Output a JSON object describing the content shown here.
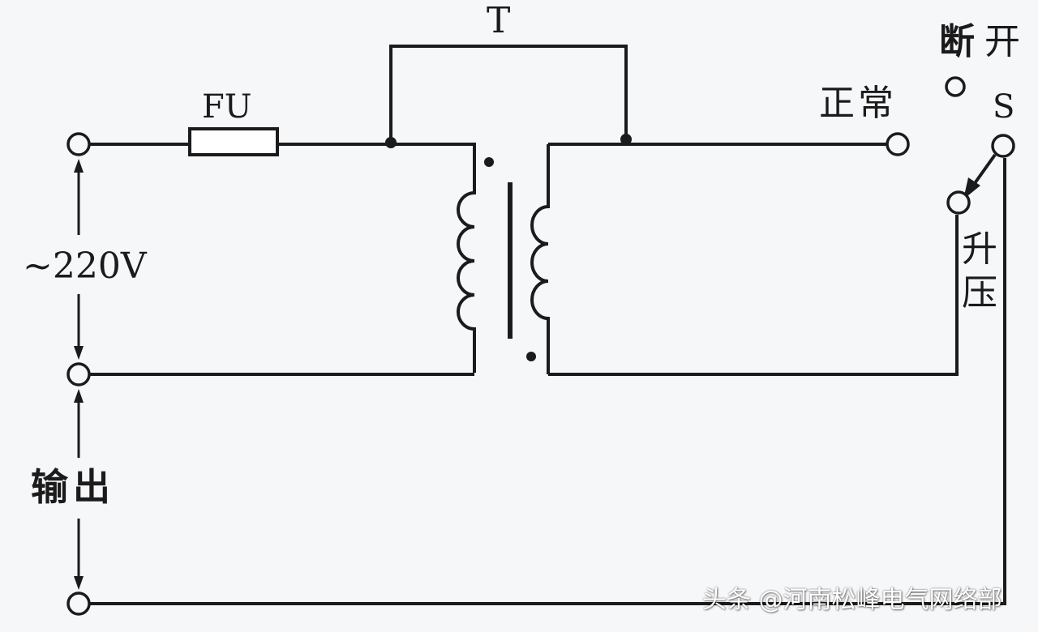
{
  "labels": {
    "transformer": "T",
    "fuse": "FU",
    "voltage": "~220V",
    "output": "输出",
    "normal": "正常",
    "off_char1": "断",
    "off_char2": "开",
    "switch": "S",
    "boost_char1": "升",
    "boost_char2": "压"
  },
  "watermark": "头条 @河南松峰电气网络部",
  "colors": {
    "line": "#1b1b1b",
    "background": "#f6f7f9",
    "fuse_fill": "#ffffff"
  }
}
